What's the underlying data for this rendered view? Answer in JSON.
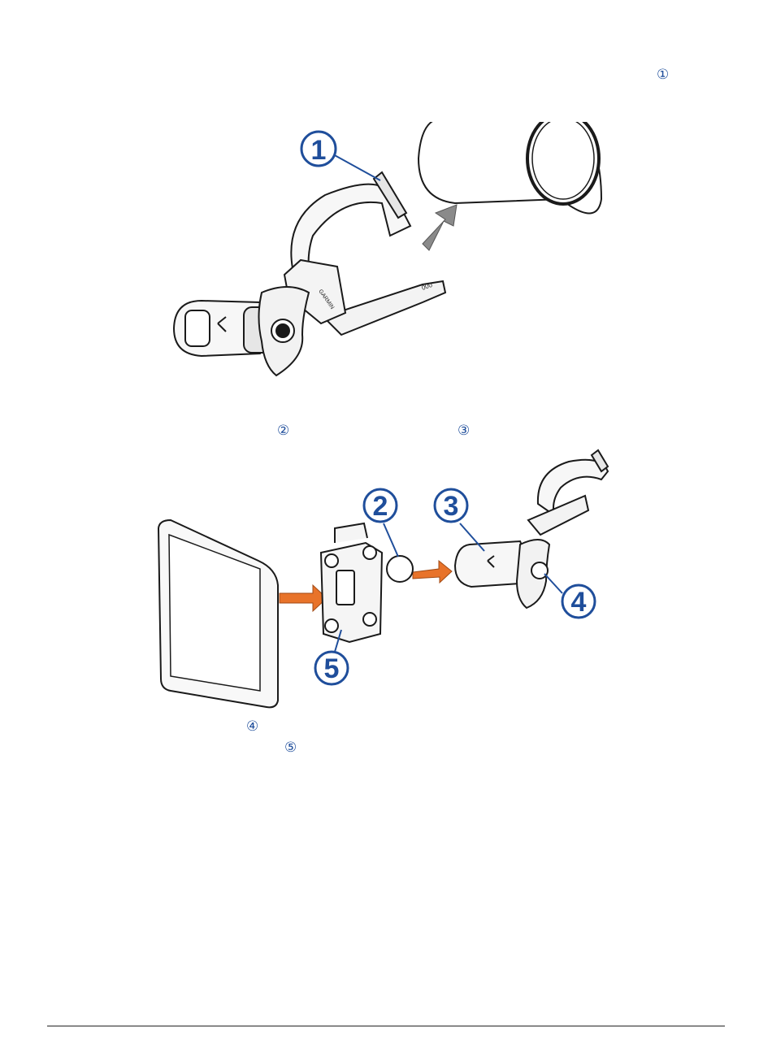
{
  "inline_callouts": {
    "c1": "①",
    "c2": "②",
    "c3": "③",
    "c4": "④",
    "c5": "⑤"
  },
  "figure1": {
    "callouts": [
      "1"
    ],
    "clamp_branding": "GARMIN",
    "strap_marking": "000"
  },
  "figure2": {
    "callouts": [
      "2",
      "3",
      "4",
      "5"
    ]
  },
  "colors": {
    "callout": "#1f4e9b",
    "arrow_gray": "#8a8a8a",
    "arrow_orange": "#e8732a",
    "line": "#1a1a1a"
  }
}
